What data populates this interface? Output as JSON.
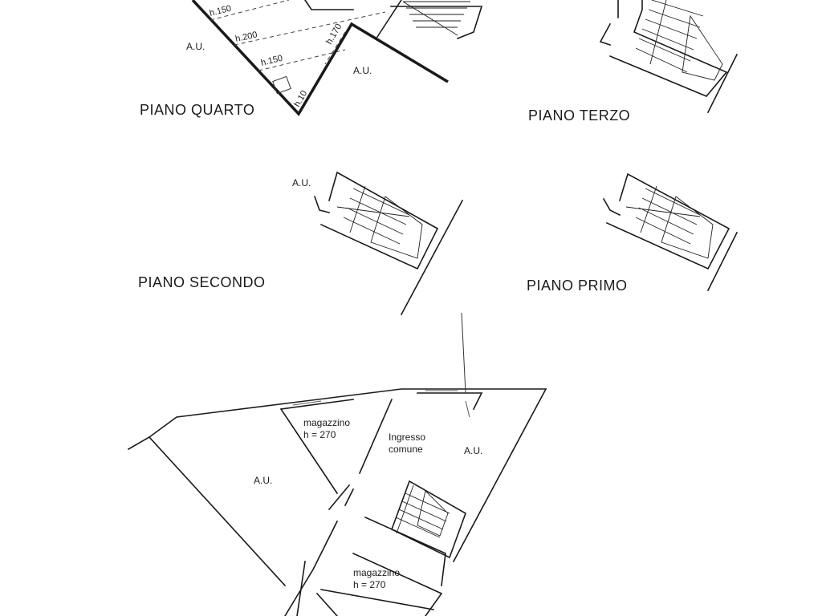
{
  "plans": {
    "quarto": {
      "label": "PIANO  QUARTO",
      "au_left": "A.U.",
      "au_right": "A.U.",
      "h1": "h.150",
      "h2": "h.200",
      "h3": "h.150",
      "h4": "h.170",
      "h5": "h.10"
    },
    "terzo": {
      "label": "PIANO   TERZO"
    },
    "secondo": {
      "label": "PIANO   SECONDO",
      "au": "A.U."
    },
    "primo": {
      "label": "PIANO  PRIMO"
    },
    "terra": {
      "au_left": "A.U.",
      "au_right": "A.U.",
      "magazzino1_name": "magazzino",
      "magazzino1_h": "h = 270",
      "ingresso_line1": "Ingresso",
      "ingresso_line2": "comune",
      "magazzino2_name": "magazzino",
      "magazzino2_h": "h = 270"
    }
  }
}
